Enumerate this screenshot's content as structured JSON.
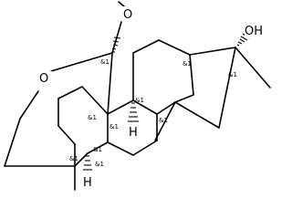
{
  "molecule": {
    "atoms": {
      "o_methoxy": "O",
      "o_ring": "O",
      "oh": "OH",
      "h_mid": "H",
      "h_low": "H"
    },
    "stereo_marks": [
      "&1",
      "&1",
      "&1",
      "&1",
      "&1",
      "&1",
      "&1",
      "&1",
      "&1",
      "&1"
    ]
  }
}
